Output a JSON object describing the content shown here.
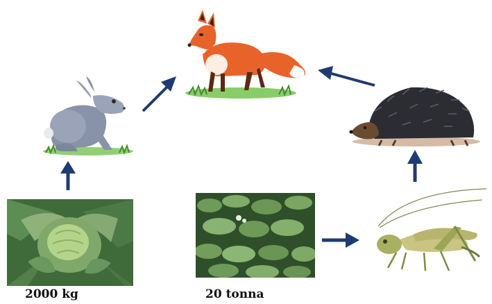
{
  "nodes": {
    "fox": {
      "icon": "fox-illustration"
    },
    "hare": {
      "icon": "hare-illustration"
    },
    "hedgehog": {
      "icon": "hedgehog-illustration"
    },
    "cabbage": {
      "icon": "cabbage-photo"
    },
    "plants": {
      "icon": "leafy-plants-photo"
    },
    "cricket": {
      "icon": "bush-cricket-illustration"
    }
  },
  "captions": {
    "cabbage_mass": "2000 kg",
    "plants_mass": "20 tonna"
  },
  "colors": {
    "arrow": "#1f3b73",
    "fox": "#e8632a",
    "grass": "#5aa83a"
  }
}
